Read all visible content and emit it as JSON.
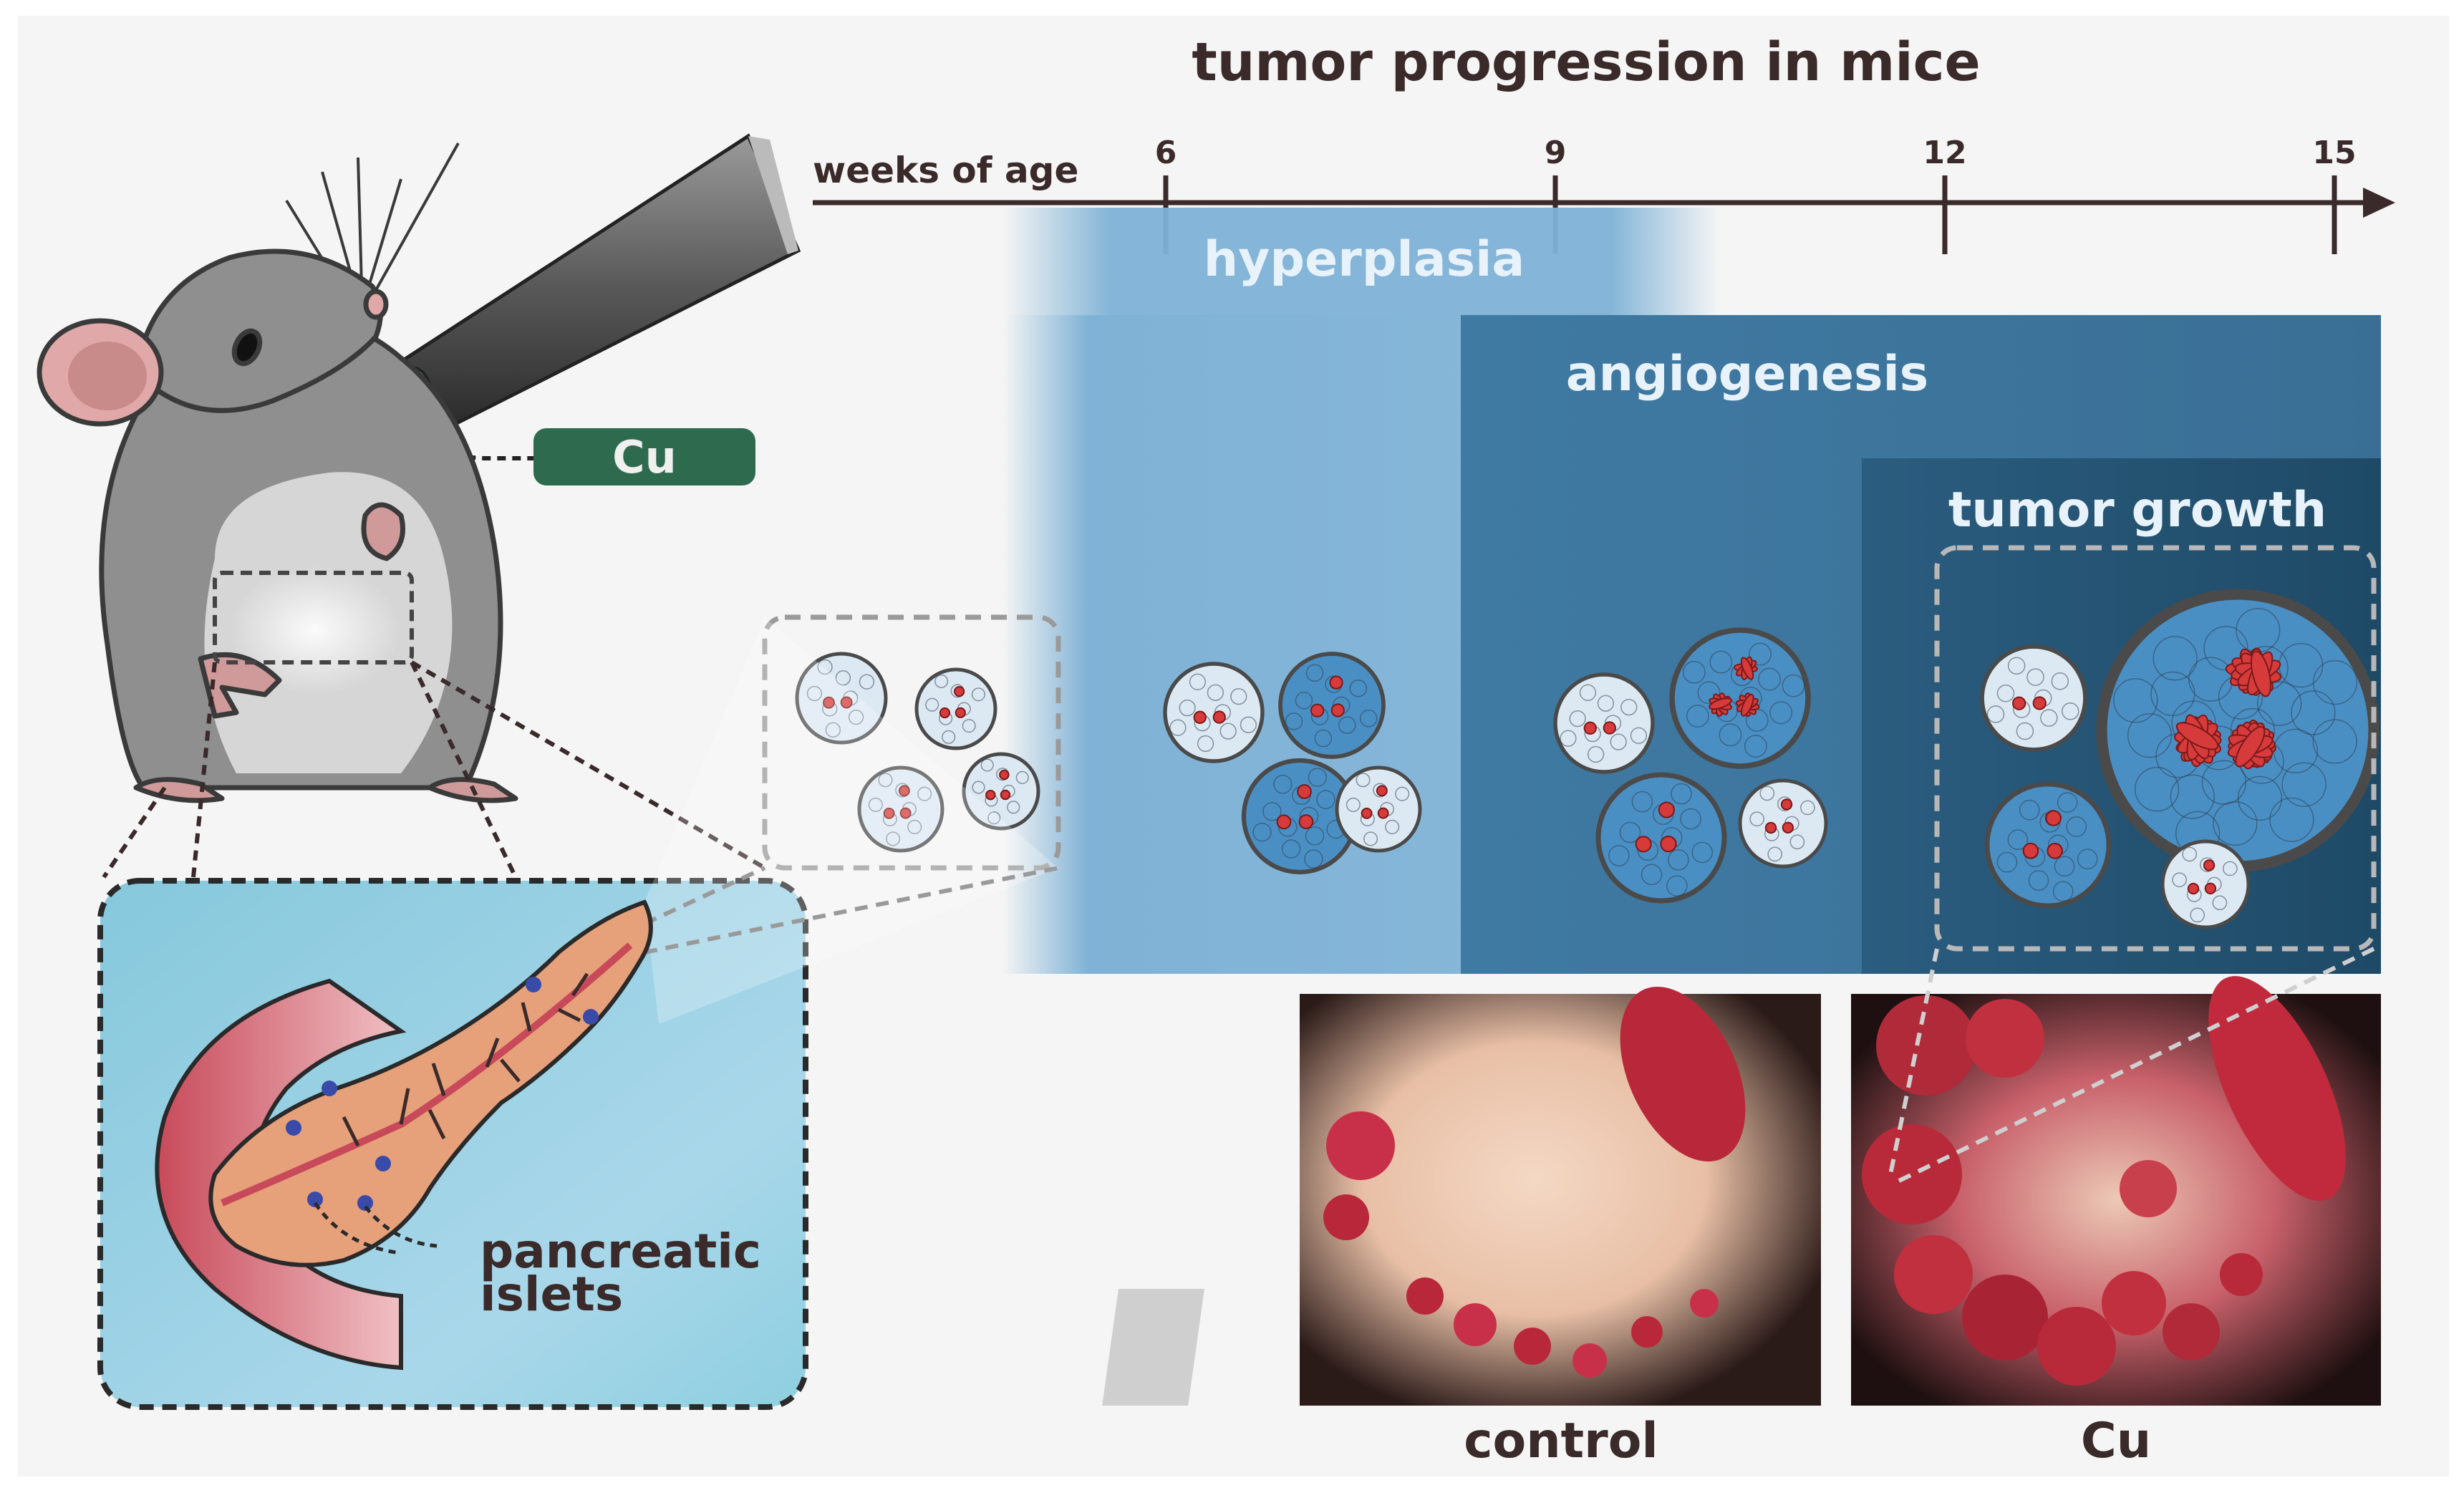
{
  "title": "tumor progression in mice",
  "timeline": {
    "axis_label": "weeks of age",
    "ticks": [
      "6",
      "9",
      "12",
      "15"
    ]
  },
  "stages": {
    "hyperplasia": "hyperplasia",
    "angiogenesis": "angiogenesis",
    "tumor_growth": "tumor growth"
  },
  "treatment_tag": "Cu",
  "pancreas_label": {
    "line1": "pancreatic",
    "line2": "islets"
  },
  "photos": {
    "left_caption": "control",
    "right_caption": "Cu"
  },
  "colors": {
    "background": "#f5f5f5",
    "hyperplasia_band": "#7fb2d6",
    "angiogenesis_band": "#3f7aa3",
    "tumor_growth_band": "#1e4a66",
    "cu_tag": "#2e6b4e",
    "inset_bg": "#8ecfe0",
    "cell_blue": "#4a8fc4",
    "cell_pale": "#dce9f3",
    "nucleus_red": "#d63a3a",
    "pancreas": "#e6a07a",
    "mouse": "#8f8f8f"
  },
  "icons": [
    "mouse-icon",
    "water-bottle-icon",
    "pancreas-icon",
    "islet-cluster-icon"
  ]
}
